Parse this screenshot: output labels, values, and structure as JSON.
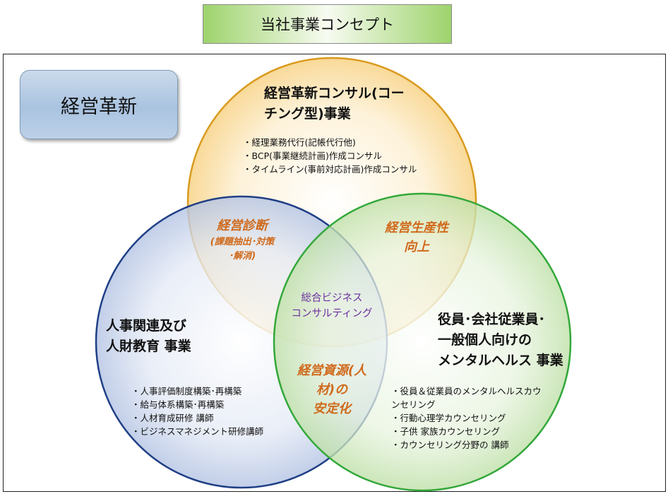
{
  "title": "当社事業コンセプト",
  "badge": "経営革新",
  "circles": {
    "top": {
      "heading": [
        "経営革新コンサル(コー",
        "チング型)事業"
      ],
      "items": [
        "・経理業務代行(記帳代行他)",
        "・BCP(事業継続計画)作成コンサル",
        "・タイムライン(事前対応計画)作成コンサル"
      ]
    },
    "left": {
      "heading": [
        "人事関連及び",
        "人財教育 事業"
      ],
      "items": [
        "・人事評価制度構築･再構築",
        "・給与体系構築･再構築",
        "・人材育成研修 講師",
        "・ビジネスマネジメント研修講師"
      ]
    },
    "right": {
      "heading": [
        "役員･会社従業員･",
        "一般個人向けの",
        "メンタルヘルス 事業"
      ],
      "items": [
        "・役員＆従業員のメンタルヘルスカウ",
        "ンセリング",
        "・行動心理学カウンセリング",
        "・子供 家族カウンセリング",
        "・カウンセリング分野の 講師"
      ]
    }
  },
  "overlaps": {
    "top_left": {
      "title": "経営診断",
      "sub": [
        "(課題抽出･対策",
        "･解消)"
      ]
    },
    "top_right": {
      "title": [
        "経営生産性",
        "向上"
      ]
    },
    "left_right": {
      "title": [
        "経営資源(人",
        "材)の",
        "安定化"
      ]
    },
    "center": {
      "title": [
        "総合ビジネス",
        "コンサルティング"
      ]
    }
  },
  "colors": {
    "top_fill": "#fbe3ad",
    "top_stroke": "#d99a1e",
    "left_fill": "#c6d2ea",
    "left_stroke": "#1f3f86",
    "right_fill": "#cfe8bd",
    "right_stroke": "#33a83a",
    "accent_orange": "#d06a1c",
    "accent_purple": "#6b2fa0"
  }
}
